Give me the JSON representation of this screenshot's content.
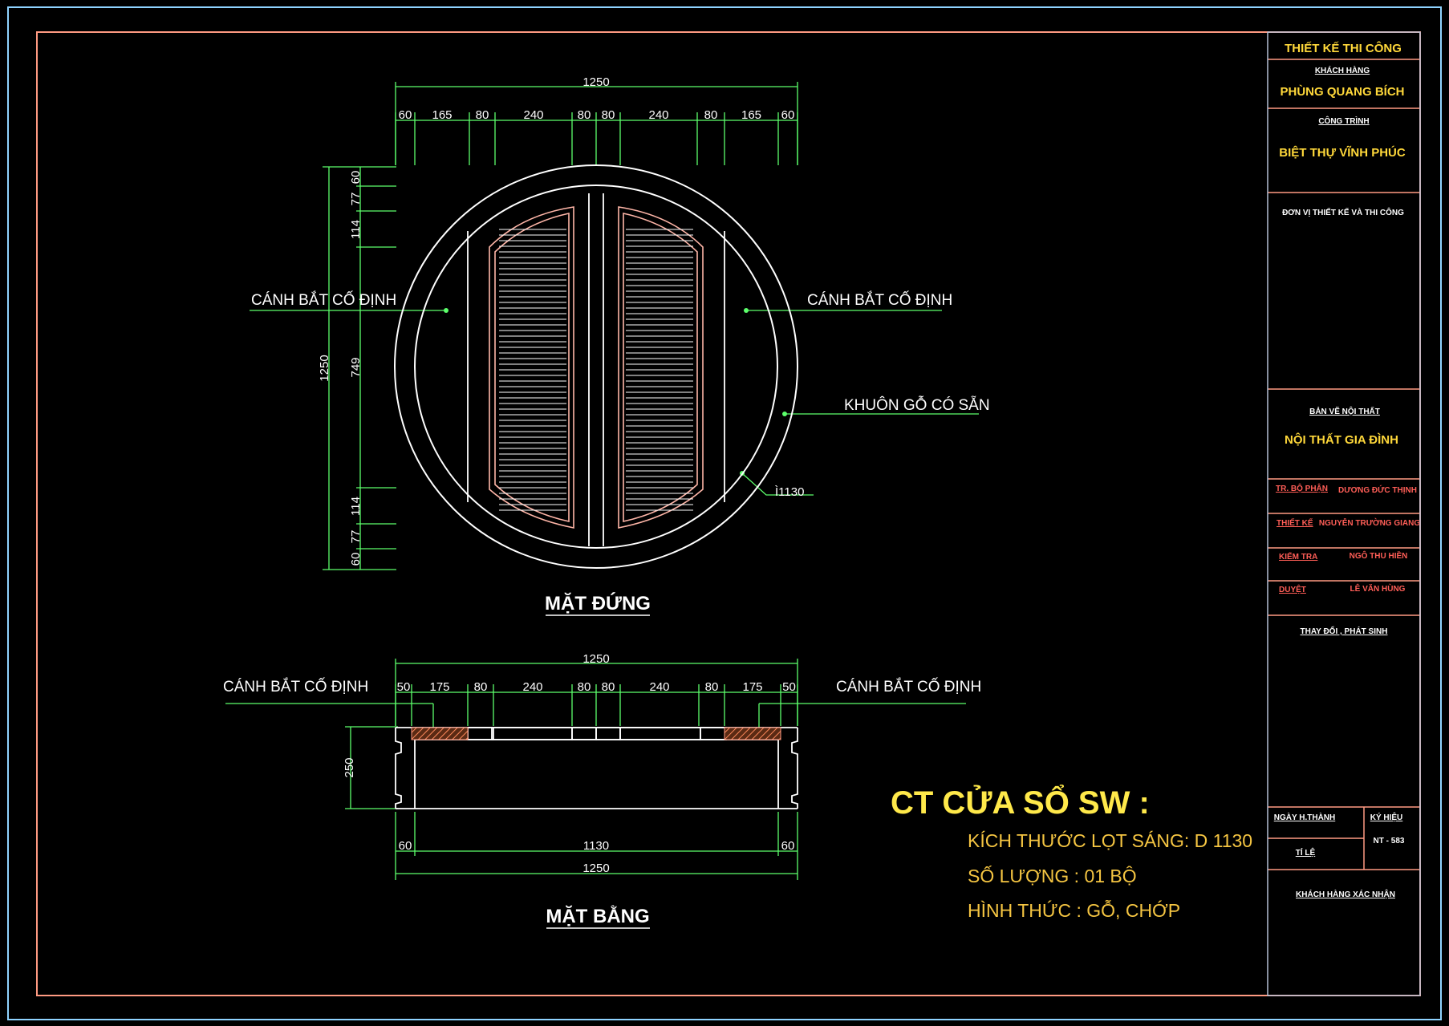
{
  "colors": {
    "background": "#000000",
    "frame": "#ff9a82",
    "outer_border": "#8fd3ff",
    "dimension": "#5cff6b",
    "geometry": "#ffffff",
    "shutter": "#ffb6a8",
    "label_white": "#ffffff",
    "title_block_yellow": "#ffd83a",
    "title_block_red": "#ff5e57",
    "spec_yellow": "#ffe94a"
  },
  "elevation": {
    "title": "MẶT ĐỨNG",
    "top_total": "1250",
    "top_segments": [
      "60",
      "165",
      "80",
      "240",
      "80",
      "80",
      "240",
      "80",
      "165",
      "60"
    ],
    "left_total": "1250",
    "left_segments_top": [
      "60",
      "77",
      "114"
    ],
    "left_middle": "749",
    "left_segments_bottom": [
      "114",
      "77",
      "60"
    ],
    "label_left": "CÁNH BẮT CỐ ĐỊNH",
    "label_right": "CÁNH BẮT CỐ ĐỊNH",
    "label_frame": "KHUÔN GỖ CÓ SẴN",
    "label_diameter": "Ì1130"
  },
  "plan": {
    "title": "MẶT BẰNG",
    "top_total": "1250",
    "top_segments": [
      "50",
      "175",
      "80",
      "240",
      "80",
      "80",
      "240",
      "80",
      "175",
      "50"
    ],
    "label_left": "CÁNH BẮT CỐ ĐỊNH",
    "label_right": "CÁNH BẮT CỐ ĐỊNH",
    "depth": "250",
    "bottom_left": "60",
    "bottom_middle": "1130",
    "bottom_right": "60",
    "bottom_total": "1250"
  },
  "spec": {
    "heading": "CT CỬA SỔ SW :",
    "line1": "KÍCH THƯỚC LỌT SÁNG: D 1130",
    "line2": "SỐ LƯỢNG   : 01 BỘ",
    "line3": "HÌNH THỨC   :  GỖ, CHỚP"
  },
  "title_block": {
    "header": "THIẾT KẾ THI CÔNG",
    "client_label": "KHÁCH HÀNG",
    "client": "PHÙNG QUANG BÍCH",
    "project_label": "CÔNG TRÌNH",
    "project": "BIỆT THỰ VĨNH PHÚC",
    "unit_label": "ĐƠN VỊ THIẾT KẾ VÀ THI CÔNG",
    "drawing_label": "BẢN VẼ NỘI THẤT",
    "drawing": "NỘI THẤT GIA ĐÌNH",
    "people": [
      {
        "role": "TR. BỘ PHẬN",
        "name": "DƯƠNG ĐỨC THỊNH"
      },
      {
        "role": "THIẾT KẾ",
        "name": "NGUYỄN TRƯỜNG GIANG"
      },
      {
        "role": "KIỂM TRA",
        "name": "NGÔ THU HIỀN"
      },
      {
        "role": "DUYỆT",
        "name": "LÊ VĂN HÙNG"
      }
    ],
    "changes_label": "THAY ĐỔI , PHÁT SINH",
    "date_label": "NGÀY H.THÀNH",
    "code_label": "KÝ HIỆU",
    "code": "NT - 583",
    "scale_label": "TỈ LỆ",
    "confirm_label": "KHÁCH HÀNG XÁC NHẬN"
  }
}
